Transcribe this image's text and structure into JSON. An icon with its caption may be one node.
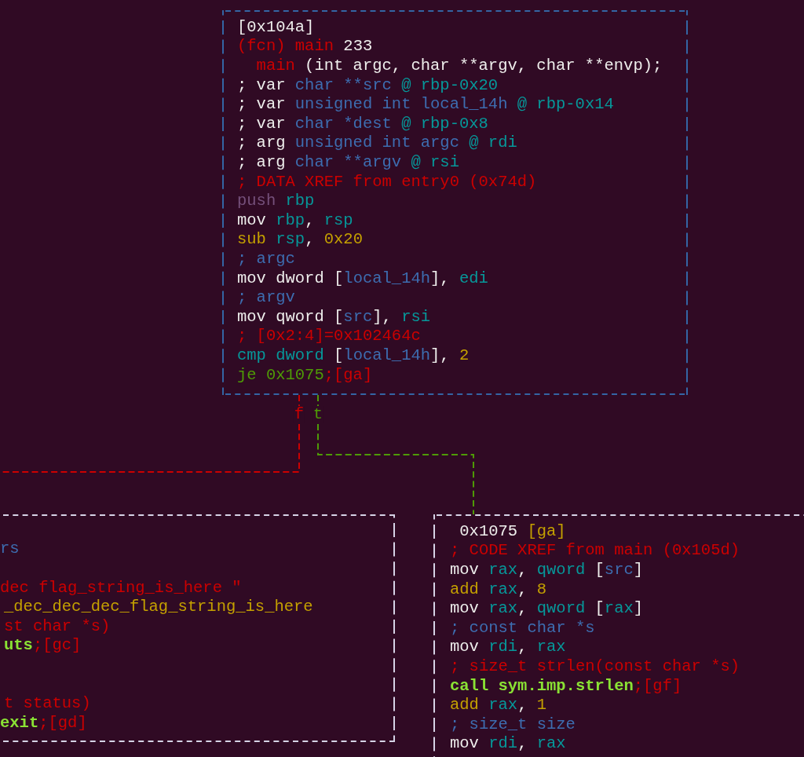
{
  "diagram": {
    "nodes": [
      {
        "text": [
          "[0x104a]",
          "(fcn) main 233",
          "main (int argc, char **argv, char **envp);",
          "; var char **src @ rbp-0x20",
          "; var unsigned int local_14h @ rbp-0x14",
          "; var char *dest @ rbp-0x8",
          "; arg unsigned int argc @ rdi",
          "; arg char **argv @ rsi",
          "; DATA XREF from entry0 (0x74d)",
          "push rbp",
          "mov rbp, rsp",
          "sub rsp, 0x20",
          "; argc",
          "mov dword [local_14h], edi",
          "; argv",
          "mov qword [src], rsi",
          "; [0x2:4]=0x102464c",
          "cmp dword [local_14h], 2",
          "je 0x1075;[ga]"
        ]
      },
      {
        "text": [
          "rs",
          "dec flag_string_is_here \"",
          "_dec_dec_dec_flag_string_is_here",
          "st char *s)",
          "uts;[gc]",
          "t status)",
          "exit;[gd]"
        ]
      },
      {
        "text": [
          "0x1075 [ga]",
          "; CODE XREF from main (0x105d)",
          "mov rax, qword [src]",
          "add rax, 8",
          "mov rax, qword [rax]",
          "; const char *s",
          "mov rdi, rax",
          "; size_t strlen(const char *s)",
          "call sym.imp.strlen;[gf]",
          "add rax, 1",
          "; size_t size",
          "mov rdi, rax"
        ]
      }
    ],
    "edges": [
      {
        "from": 0,
        "to": null,
        "arrow": "none",
        "label": "f",
        "style": "dashed",
        "color": "#cc0000"
      },
      {
        "from": 0,
        "to": 2,
        "arrow": "none",
        "label": "t",
        "style": "dashed",
        "color": "#4e9a06"
      }
    ]
  }
}
